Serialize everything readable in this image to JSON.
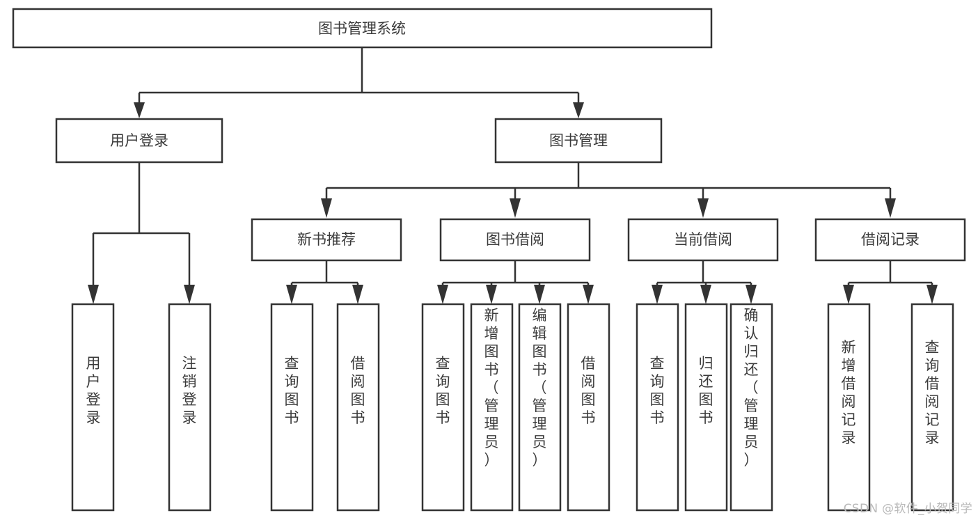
{
  "diagram": {
    "type": "tree-hierarchy-flowchart",
    "root": {
      "label": "图书管理系统"
    },
    "level2": [
      {
        "label": "用户登录"
      },
      {
        "label": "图书管理"
      }
    ],
    "level3": [
      {
        "label": "新书推荐"
      },
      {
        "label": "图书借阅"
      },
      {
        "label": "当前借阅"
      },
      {
        "label": "借阅记录"
      }
    ],
    "leaves": {
      "user_login": [
        {
          "label": "用户登录"
        },
        {
          "label": "注销登录"
        }
      ],
      "new_book_recommend": [
        {
          "label": "查询图书"
        },
        {
          "label": "借阅图书"
        }
      ],
      "book_borrow": [
        {
          "label": "查询图书"
        },
        {
          "label": "新增图书（管理员）"
        },
        {
          "label": "编辑图书（管理员）"
        },
        {
          "label": "借阅图书"
        }
      ],
      "current_borrow": [
        {
          "label": "查询图书"
        },
        {
          "label": "归还图书"
        },
        {
          "label": "确认归还（管理员）"
        }
      ],
      "borrow_record": [
        {
          "label": "新增借阅记录"
        },
        {
          "label": "查询借阅记录"
        }
      ]
    }
  },
  "watermark": {
    "text": "CSDN @软件_小贺同学"
  },
  "colors": {
    "background": "#ffffff",
    "box_stroke": "#333333",
    "box_fill": "#ffffff",
    "text": "#3a3a3a",
    "watermark": "#b9b9b9"
  }
}
